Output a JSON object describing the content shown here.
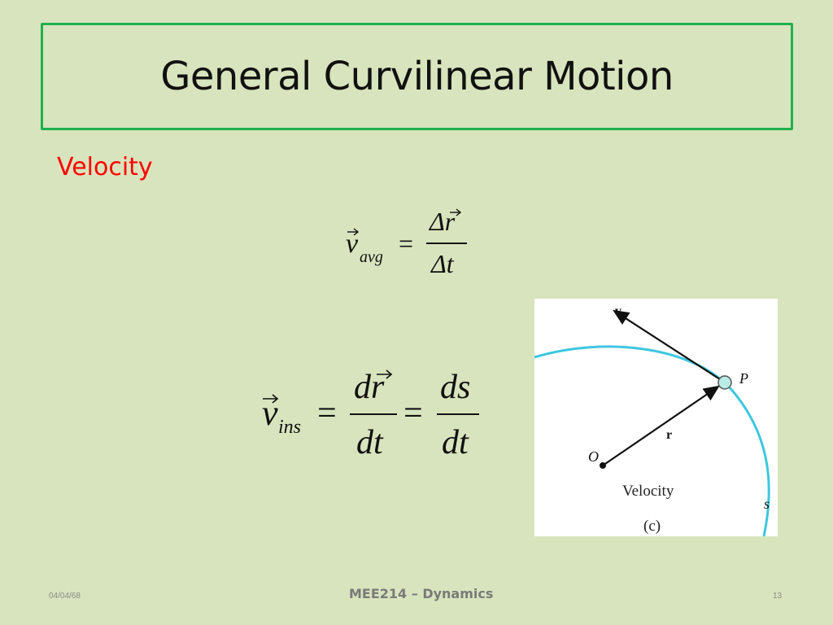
{
  "slide": {
    "title": "General Curvilinear Motion",
    "subtitle": "Velocity"
  },
  "equations": {
    "avg": {
      "lhs_symbol": "v",
      "lhs_subscript": "avg",
      "equals": "=",
      "numerator": "Δr",
      "denominator": "Δt"
    },
    "ins": {
      "lhs_symbol": "v",
      "lhs_subscript": "ins",
      "equals": "=",
      "frac1_numerator": "dr",
      "frac1_denominator": "dt",
      "frac2_numerator": "ds",
      "frac2_denominator": "dt"
    }
  },
  "figure": {
    "label_v": "v",
    "label_p": "P",
    "label_r": "r",
    "label_o": "O",
    "label_s": "s",
    "caption": "Velocity",
    "subcaption": "(c)",
    "curve_color": "#3ec7e0"
  },
  "footer": {
    "date": "04/04/68",
    "course": "MEE214 – Dynamics",
    "page": "13"
  }
}
